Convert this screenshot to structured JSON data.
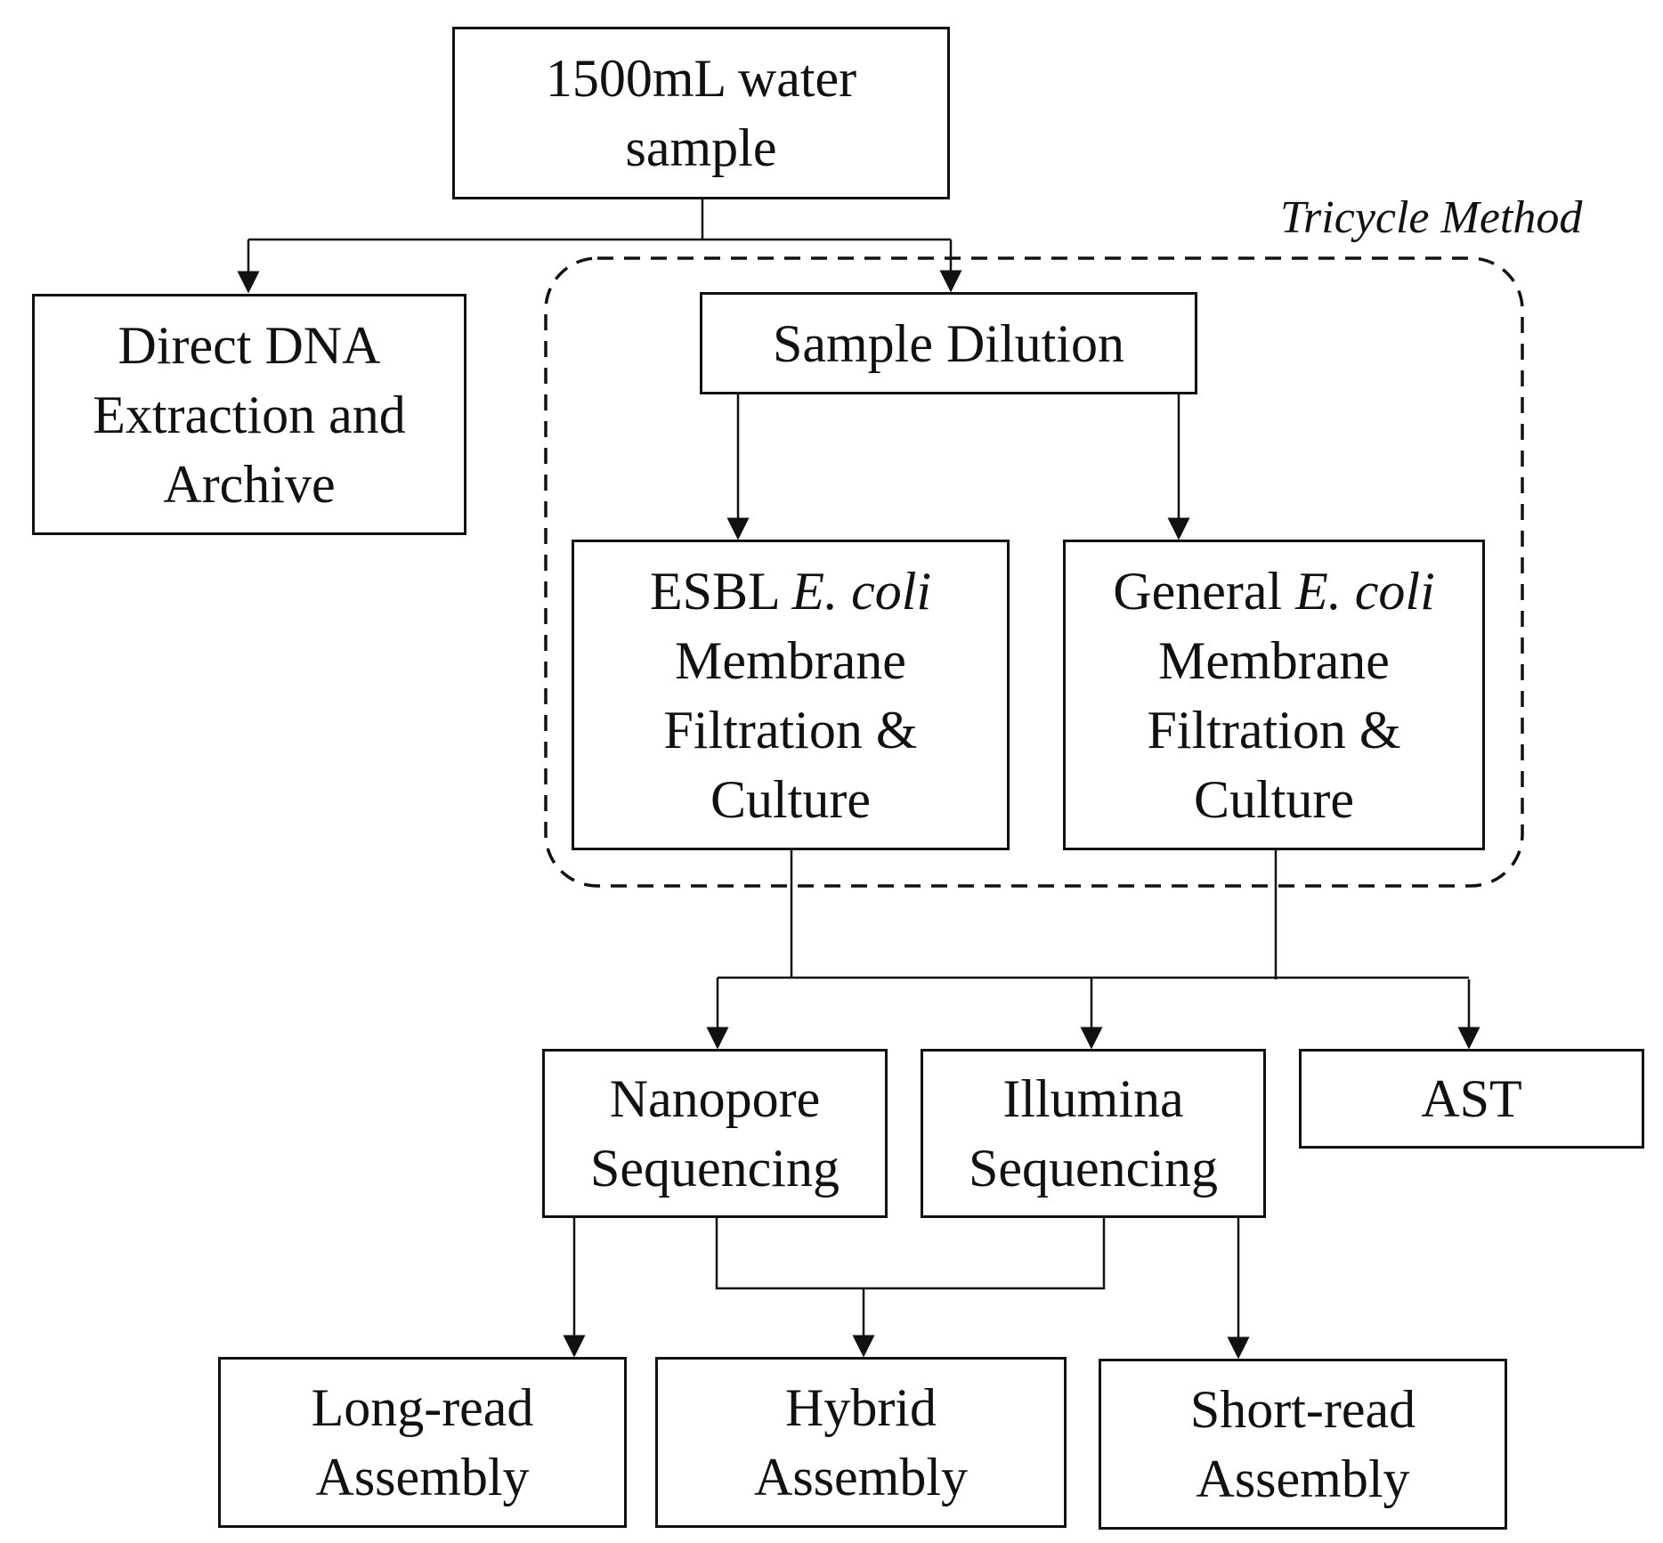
{
  "group_label": "Tricycle Method",
  "nodes": {
    "water_sample": {
      "line1": "1500mL water",
      "line2": "sample"
    },
    "direct_dna": {
      "line1": "Direct DNA",
      "line2": "Extraction and",
      "line3": "Archive"
    },
    "sample_dilution": {
      "line1": "Sample Dilution"
    },
    "esbl": {
      "line1_plain": "ESBL ",
      "line1_italic": "E. coli",
      "line2": "Membrane",
      "line3": "Filtration &",
      "line4": "Culture"
    },
    "general": {
      "line1_plain": "General ",
      "line1_italic": "E. coli",
      "line2": "Membrane",
      "line3": "Filtration &",
      "line4": "Culture"
    },
    "nanopore": {
      "line1": "Nanopore",
      "line2": "Sequencing"
    },
    "illumina": {
      "line1": "Illumina",
      "line2": "Sequencing"
    },
    "ast": {
      "line1": "AST"
    },
    "long_read": {
      "line1": "Long-read",
      "line2": "Assembly"
    },
    "hybrid": {
      "line1": "Hybrid",
      "line2": "Assembly"
    },
    "short_read": {
      "line1": "Short-read",
      "line2": "Assembly"
    }
  }
}
